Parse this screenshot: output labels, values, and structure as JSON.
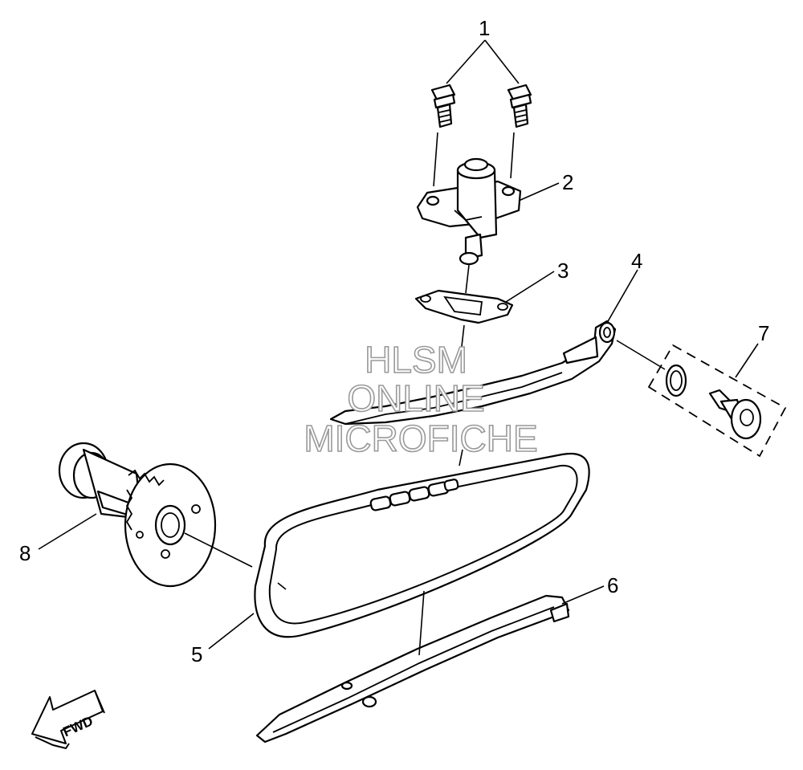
{
  "callouts": {
    "p1": "1",
    "p2": "2",
    "p3": "3",
    "p4": "4",
    "p5": "5",
    "p6": "6",
    "p7": "7",
    "p8": "8"
  },
  "watermark": {
    "line1": "HLSM",
    "line2": "ONLINE",
    "line3": "MICROFICHE"
  },
  "direction_label": "FWD"
}
